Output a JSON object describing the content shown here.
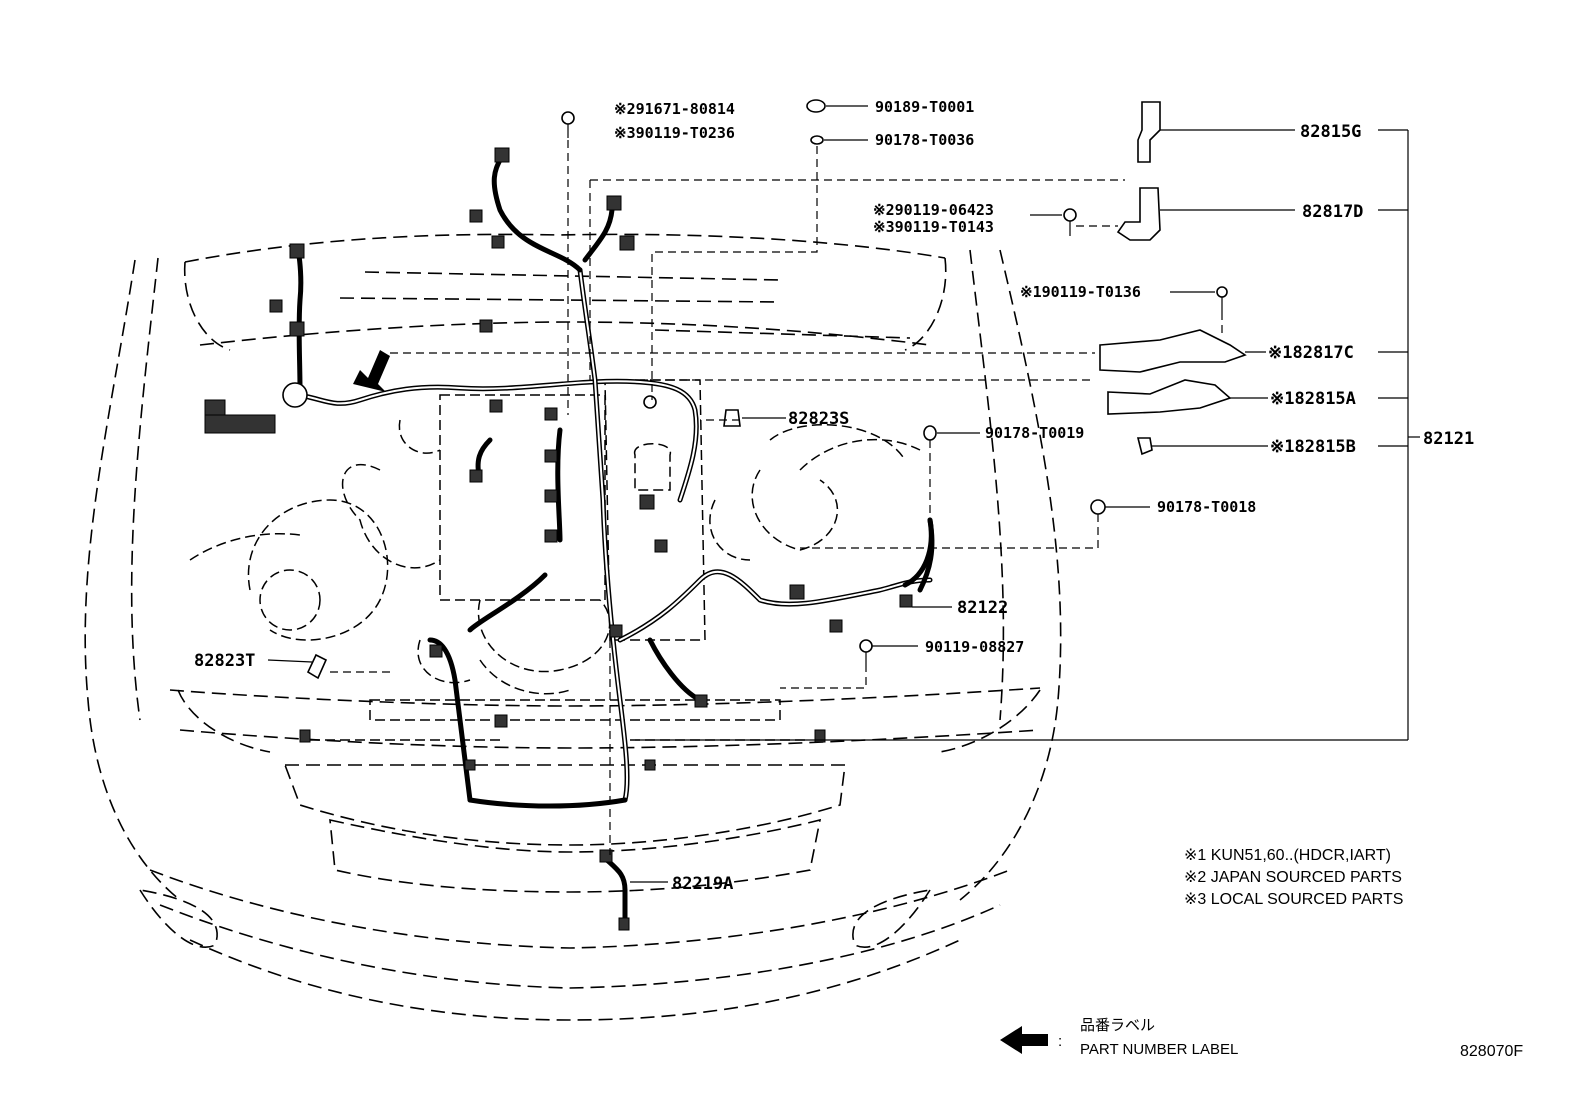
{
  "diagram": {
    "ref_code": "828070F",
    "callouts": {
      "c_91671": {
        "mark": "※2",
        "part": "91671-80814"
      },
      "c_90119_T0236": {
        "mark": "※3",
        "part": "90119-T0236"
      },
      "c_90189": {
        "mark": "",
        "part": "90189-T0001"
      },
      "c_90178_T0036": {
        "mark": "",
        "part": "90178-T0036"
      },
      "c_90119_06423": {
        "mark": "※2",
        "part": "90119-06423"
      },
      "c_90119_T0143": {
        "mark": "※3",
        "part": "90119-T0143"
      },
      "c_90119_T0136": {
        "mark": "※1",
        "part": "90119-T0136"
      },
      "c_82815G": {
        "mark": "",
        "part": "82815G"
      },
      "c_82817D": {
        "mark": "",
        "part": "82817D"
      },
      "c_82817C": {
        "mark": "※1",
        "part": "82817C"
      },
      "c_82815A": {
        "mark": "※1",
        "part": "82815A"
      },
      "c_82815B": {
        "mark": "※1",
        "part": "82815B"
      },
      "c_82121": {
        "mark": "",
        "part": "82121"
      },
      "c_82823S": {
        "mark": "",
        "part": "82823S"
      },
      "c_90178_T0019": {
        "mark": "",
        "part": "90178-T0019"
      },
      "c_90178_T0018": {
        "mark": "",
        "part": "90178-T0018"
      },
      "c_82122": {
        "mark": "",
        "part": "82122"
      },
      "c_90119_08827": {
        "mark": "",
        "part": "90119-08827"
      },
      "c_82823T": {
        "mark": "",
        "part": "82823T"
      },
      "c_82219A": {
        "mark": "",
        "part": "82219A"
      }
    },
    "notes": [
      "※1 KUN51,60..(HDCR,IART)",
      "※2 JAPAN SOURCED PARTS",
      "※3 LOCAL SOURCED PARTS"
    ],
    "legend": {
      "colon": ":",
      "label_jp": "品番ラベル",
      "label_en": "PART NUMBER LABEL"
    }
  }
}
